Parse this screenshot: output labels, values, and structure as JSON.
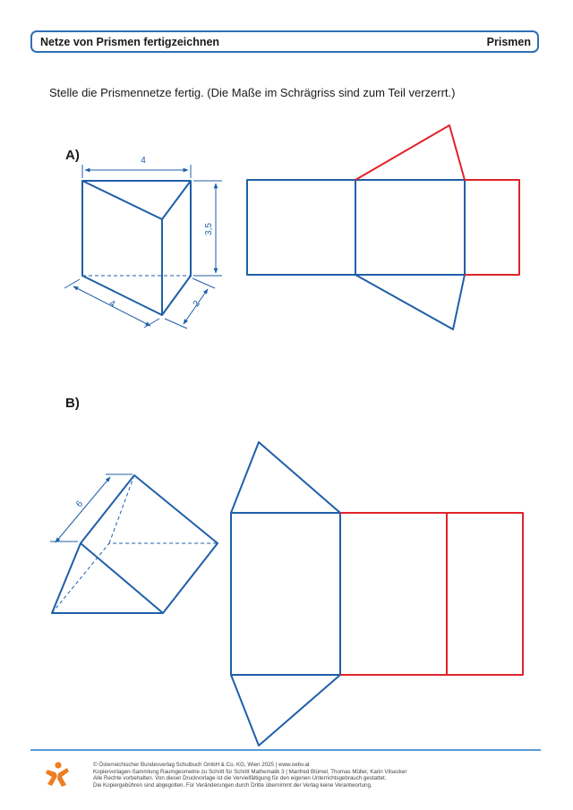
{
  "header": {
    "title": "Netze von Prismen fertigzeichnen",
    "topic": "Prismen"
  },
  "instruction": "Stelle die Prismennetze fertig. (Die Maße im Schrägriss sind zum Teil verzerrt.)",
  "tasks": [
    {
      "label": "A)",
      "dimensions": {
        "top": "4",
        "height": "3,5",
        "bottom": "4",
        "depth": "2"
      }
    },
    {
      "label": "B)",
      "dimensions": {
        "edge": "6"
      }
    }
  ],
  "colors": {
    "blue": "#1f5fa8",
    "red": "#e0232b",
    "accent": "#2e6fb7",
    "logo": "#ee7d22"
  },
  "footer": {
    "lines": [
      "© Österreichischer Bundesverlag Schulbuch GmbH & Co. KG, Wien 2025 | www.oebv.at",
      "Kopiervorlagen-Sammlung Raumgeometrie zu Schritt für Schritt Mathematik 3 | Manfred Blümel, Thomas Müller, Karin Vilsecker",
      "Alle Rechte vorbehalten. Von dieser Druckvorlage ist die Vervielfältigung für den eigenen Unterrichtsgebrauch gestattet.",
      "Die Kopiergebühren sind abgegolten. Für Veränderungen durch Dritte übernimmt der Verlag keine Verantwortung."
    ]
  }
}
